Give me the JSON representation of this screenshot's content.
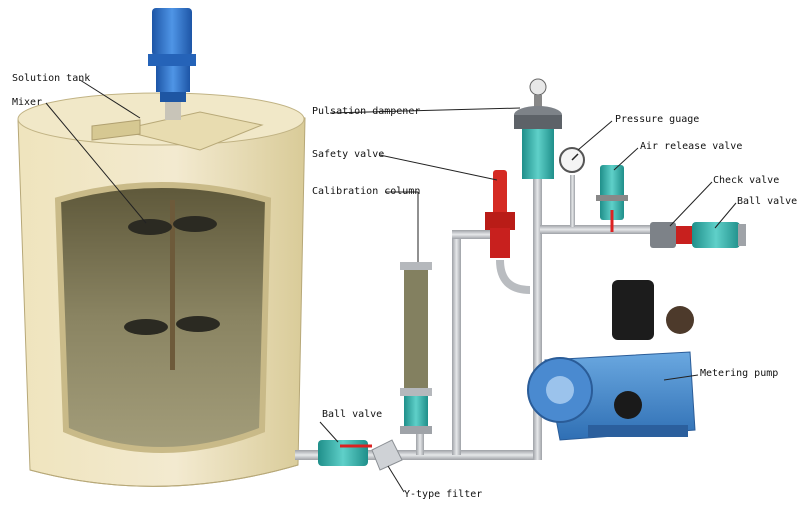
{
  "labels": {
    "solution_tank": "Solution tank",
    "mixer": "Mixer",
    "pulsation_dampener": "Pulsation dampener",
    "safety_valve": "Safety valve",
    "calibration_column": "Calibration column",
    "pressure_gauge": "Pressure guage",
    "air_release_valve": "Air release valve",
    "check_valve": "Check valve",
    "ball_valve_right": "Ball valve",
    "metering_pump": "Metering pump",
    "ball_valve_left": "Ball valve",
    "y_type_filter": "Y-type filter"
  },
  "colors": {
    "tank": "#ece0b6",
    "motor_blue": "#2f6fc4",
    "valve_teal": "#3fb5b0",
    "safety_red": "#c8201e",
    "pump_blue": "#4a8fd0",
    "pipe": "#c9cbcf",
    "leader": "#222222"
  }
}
